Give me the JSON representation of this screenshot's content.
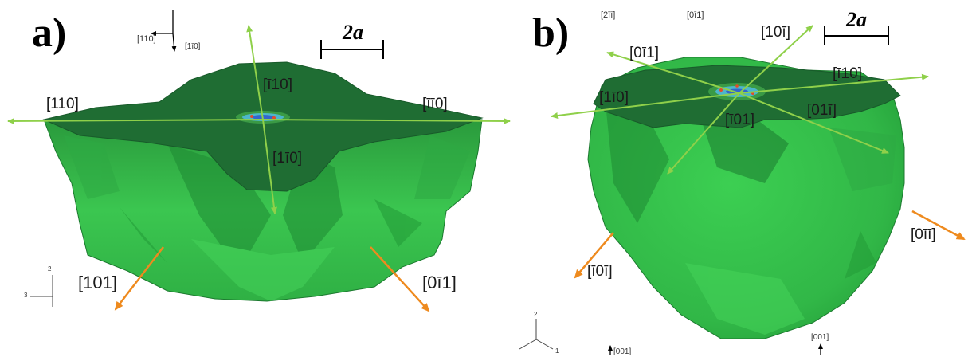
{
  "panels": {
    "a": {
      "label": "a)",
      "scale_bar": "2a",
      "triad": {
        "horizontal": "[110]",
        "vertical": "[1ī0]"
      },
      "axes": {
        "y": "2",
        "x": "3"
      },
      "directions_green": [
        "[110]",
        "[īī0]",
        "[ī10]",
        "[1ī0]"
      ],
      "directions_orange": [
        "[101]",
        "[0ī1]"
      ]
    },
    "b": {
      "label": "b)",
      "scale_bar": "2a",
      "triad": {
        "left": "[2īī]",
        "right": "[0ī1]"
      },
      "axes": {
        "y": "2",
        "x": "1"
      },
      "bottom_labels": [
        "[001]",
        "[001]"
      ],
      "directions_green": [
        "[0ī1]",
        "[10ī]",
        "[ī10]",
        "[1ī0]",
        "[01ī]",
        "[ī01]"
      ],
      "directions_orange": [
        "[ī0ī]",
        "[0īī]"
      ]
    }
  },
  "colors": {
    "top_face": "#1f6d33",
    "side_light": "#35c24c",
    "side_mid": "#2aa53f",
    "side_dark": "#1c7a2f",
    "green_arrow": "#8fd04a",
    "orange_arrow": "#ee8a1e"
  }
}
